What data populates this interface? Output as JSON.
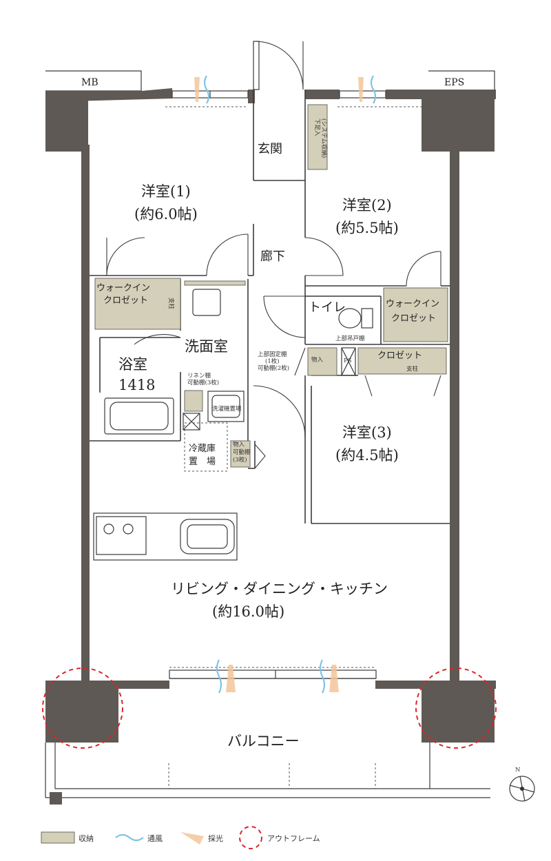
{
  "tags": {
    "mb": "MB",
    "eps": "EPS"
  },
  "rooms": {
    "western1_name": "洋室(1)",
    "western1_size": "(約6.0帖)",
    "western2_name": "洋室(2)",
    "western2_size": "(約5.5帖)",
    "western3_name": "洋室(3)",
    "western3_size": "(約4.5帖)",
    "ldk_name": "リビング・ダイニング・キッチン",
    "ldk_size": "(約16.0帖)",
    "entrance": "玄関",
    "hallway": "廊下",
    "toilet": "トイレ",
    "washroom": "洗面室",
    "bath_name": "浴室",
    "bath_size": "1418",
    "balcony": "バルコニー"
  },
  "storage": {
    "wic1_line1": "ウォークイン",
    "wic1_line2": "クロゼット",
    "wic2_line1": "ウォークイン",
    "wic2_line2": "クロゼット",
    "closet": "クロゼット",
    "shoe_line1": "下足入",
    "shoe_line2": "(システム収納)",
    "pillar1": "支柱",
    "pillar2": "支柱",
    "upper_cabinet": "上部吊戸棚",
    "shelf_line1": "上部固定棚",
    "shelf_line2": "(1枚)",
    "shelf_line3": "可動棚(2枚)",
    "storage_small": "物入",
    "ps": "PS",
    "linen_line1": "リネン棚",
    "linen_line2": "可動棚(3枚)",
    "washer": "洗濯機置場",
    "fridge_line1": "冷蔵庫",
    "fridge_line2": "置　場",
    "store2_line1": "物入",
    "store2_line2": "可動棚",
    "store2_line3": "(3枚)"
  },
  "compass": {
    "north": "N"
  },
  "legend": {
    "storage": "収納",
    "ventilation": "通風",
    "daylight": "採光",
    "outframe": "アウトフレーム"
  },
  "colors": {
    "wall": "#5f5955",
    "storage": "#d4cfb9",
    "ventilation": "#7ec3e8",
    "daylight": "#f3c69a",
    "outframe": "#d7262b"
  }
}
